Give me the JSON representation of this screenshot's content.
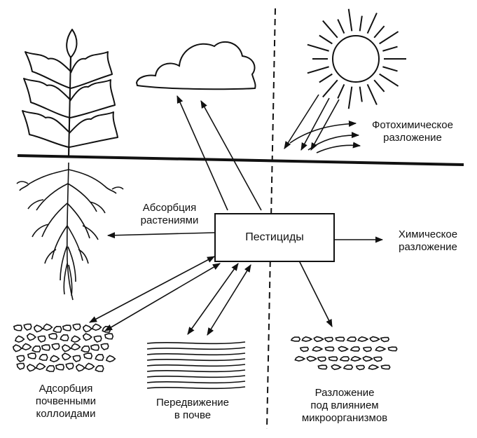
{
  "title": "",
  "center": {
    "label": "Пестициды"
  },
  "labels": {
    "photochemical": "Фотохимическое\nразложение",
    "absorption": "Абсорбция\nрастениями",
    "chemical": "Химическое\nразложение",
    "adsorption": "Адсорбция\nпочвенными\nколлоидами",
    "movement": "Передвижение\nв почве",
    "microbial": "Разложение\nпод влиянием\nмикроорганизмов"
  },
  "colors": {
    "ink": "#111111",
    "background": "#ffffff"
  },
  "icons": [
    "plant-icon",
    "cloud-icon",
    "sun-icon",
    "soil-colloid-icon",
    "soil-layers-icon",
    "microorganism-icon"
  ]
}
